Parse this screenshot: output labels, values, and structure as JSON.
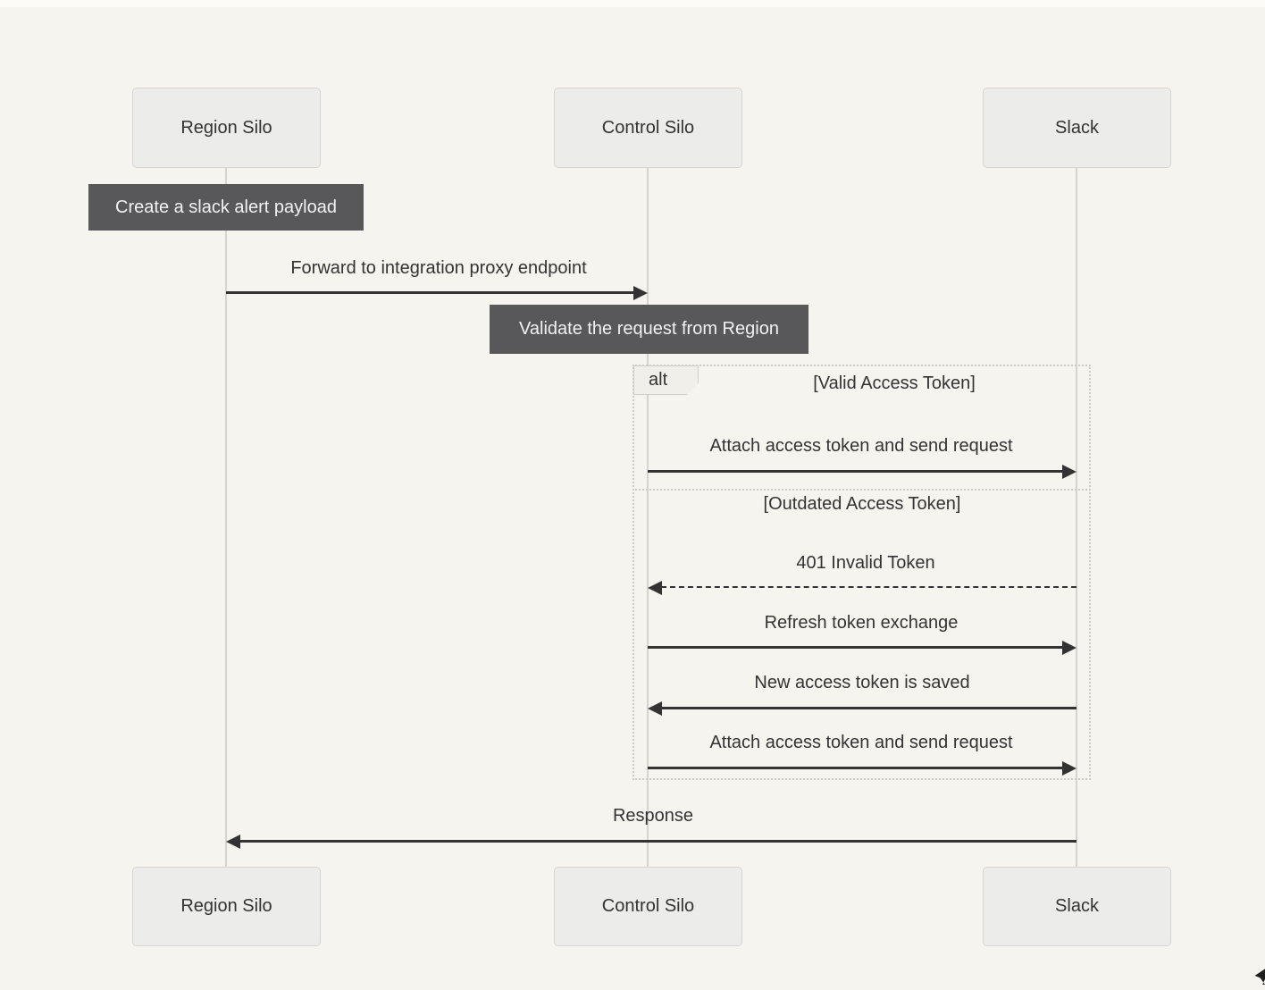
{
  "colors": {
    "background": "#f5f4ee",
    "top_strip": "#fcfbf8",
    "actor_fill": "#ececea",
    "actor_border": "#d6d5d0",
    "actor_text": "#333333",
    "lifeline": "#d5d4cf",
    "note_fill": "#58585a",
    "note_text": "#f2f2f2",
    "message_text": "#333333",
    "arrow": "#333333",
    "frame_border": "#cbcbc5",
    "label_box_fill": "#f0efe9",
    "label_box_border": "#cfcfca"
  },
  "actors": [
    {
      "label": "Region Silo"
    },
    {
      "label": "Control Silo"
    },
    {
      "label": "Slack"
    }
  ],
  "notes": [
    {
      "label": "Create a slack alert payload"
    },
    {
      "label": "Validate the request from Region"
    }
  ],
  "alt_frame": {
    "operator": "alt",
    "guard_valid": "[Valid Access Token]",
    "guard_outdated": "[Outdated Access Token]"
  },
  "messages": {
    "forward": "Forward to integration proxy endpoint",
    "attach_1": "Attach access token and send request",
    "invalid_token": "401 Invalid Token",
    "refresh": "Refresh token exchange",
    "token_saved": "New access token is saved",
    "attach_2": "Attach access token and send request",
    "response": "Response"
  }
}
